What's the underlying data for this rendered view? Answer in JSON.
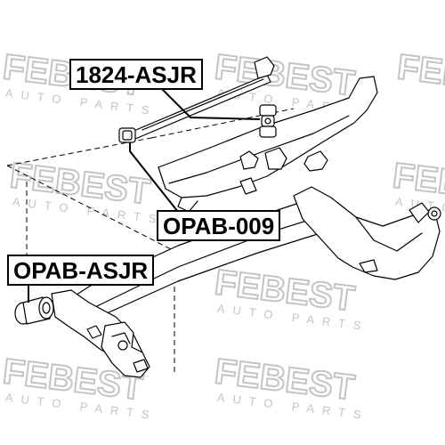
{
  "part_labels": [
    "1824-ASJR",
    "OPAB-009",
    "OPAB-ASJR"
  ],
  "watermark": {
    "brand": "FEBEST",
    "tagline": "AUTO PARTS",
    "color": "#c9c9c9"
  },
  "colors": {
    "line": "#000000",
    "background": "#ffffff"
  }
}
